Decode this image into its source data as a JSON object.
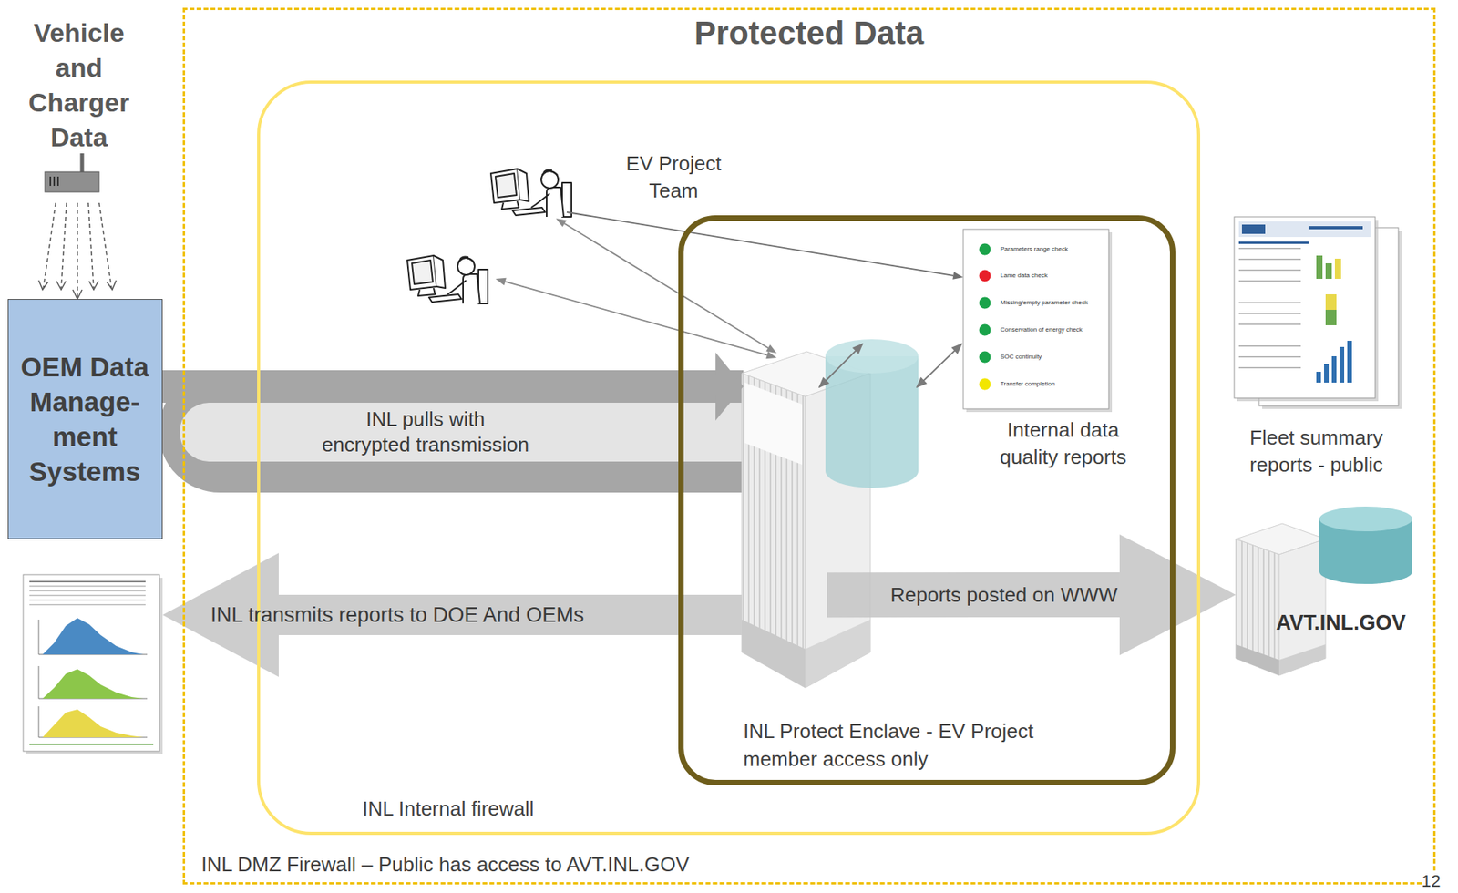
{
  "diagram": {
    "nodes": [
      {
        "text": [
          "Vehicle and Charger Data"
        ]
      },
      {
        "text": [
          "OEM Data Manage- ment Systems"
        ]
      },
      {
        "text": [
          "Protected Data",
          "INL DMZ Firewall – Public has access to AVT.INL.GOV"
        ]
      },
      {
        "text": [
          "INL Internal firewall"
        ],
        "in": 2
      },
      {
        "text": [
          "INL Protect Enclave - EV Project member access only"
        ],
        "in": 3
      },
      {
        "text": [
          "EV Project Team"
        ],
        "in": 3
      },
      {
        "text": [
          "Parameters range check",
          "Lame data check",
          "Missing/empty parameter check",
          "Conservation of energy check",
          "SOC continuity",
          "Transfer completion",
          "Internal data quality reports"
        ],
        "in": 4
      },
      {
        "text": [
          "Fleet summary reports - public"
        ],
        "in": 2
      },
      {
        "text": [
          "AVT.INL.GOV"
        ],
        "in": 2
      }
    ],
    "edges": [
      {
        "from": 0,
        "to": 1,
        "arrow": "to"
      },
      {
        "from": 1,
        "to": 4,
        "label": "INL pulls with encrypted transmission",
        "arrow": "to"
      },
      {
        "from": 5,
        "to": 4,
        "arrow": "both"
      },
      {
        "from": 5,
        "to": 6,
        "arrow": "to"
      },
      {
        "from": 5,
        "to": 4,
        "arrow": "both"
      },
      {
        "from": 4,
        "to": 8,
        "label": "Reports posted on WWW",
        "arrow": "to"
      }
    ],
    "labels": [
      "INL transmits reports to DOE And OEMs",
      "12"
    ]
  }
}
